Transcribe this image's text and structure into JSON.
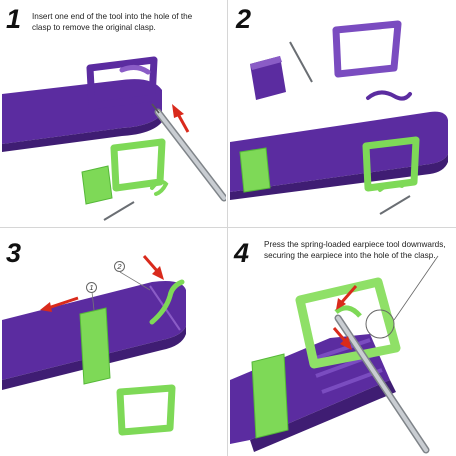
{
  "steps": [
    {
      "number": "1",
      "caption_lines": [
        "Insert one end of the tool into the hole of the",
        "clasp to remove the original clasp."
      ]
    },
    {
      "number": "2",
      "caption_lines": []
    },
    {
      "number": "3",
      "caption_lines": [],
      "callouts": [
        "1",
        "2"
      ]
    },
    {
      "number": "4",
      "caption_lines": [
        "Press the spring-loaded earpiece tool downwards,",
        "securing the earpiece into the hole of the clasp."
      ]
    }
  ],
  "colors": {
    "strap": "#5b2ca0",
    "strap_dark": "#3f1d73",
    "clasp_purple": "#8a5cc6",
    "clasp_green": "#7ed957",
    "clasp_green_dark": "#55b838",
    "arrow_red": "#d92a1c",
    "tool_metal": "#b8bcc2"
  }
}
